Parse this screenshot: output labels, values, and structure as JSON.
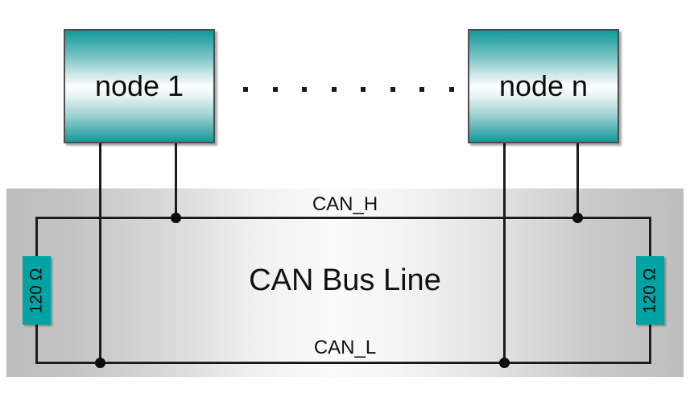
{
  "diagram": {
    "title": "CAN Bus Line",
    "nodes": [
      {
        "id": "node-1",
        "label": "node 1"
      },
      {
        "id": "node-n",
        "label": "node n"
      }
    ],
    "ellipsis_dot_count": 8,
    "bus": {
      "area_label": "CAN Bus Line",
      "lines": [
        {
          "name": "CAN_H",
          "label": "CAN_H"
        },
        {
          "name": "CAN_L",
          "label": "CAN_L"
        }
      ]
    },
    "terminators": [
      {
        "id": "resistor-left",
        "label": "120 Ω",
        "value": "120",
        "unit": "Ω"
      },
      {
        "id": "resistor-right",
        "label": "120 Ω",
        "value": "120",
        "unit": "Ω"
      }
    ],
    "colors": {
      "node_fill_teal": "#13999b",
      "node_fill_highlight": "#fdfefe",
      "node_border": "#4d4d4d",
      "resistor_fill": "#00a3a3",
      "wire": "#1c1c1c",
      "bus_band_edge": "#bdbdbd",
      "bus_band_center": "#fbfbfb",
      "text": "#111111",
      "page_background": "#ffffff"
    }
  }
}
